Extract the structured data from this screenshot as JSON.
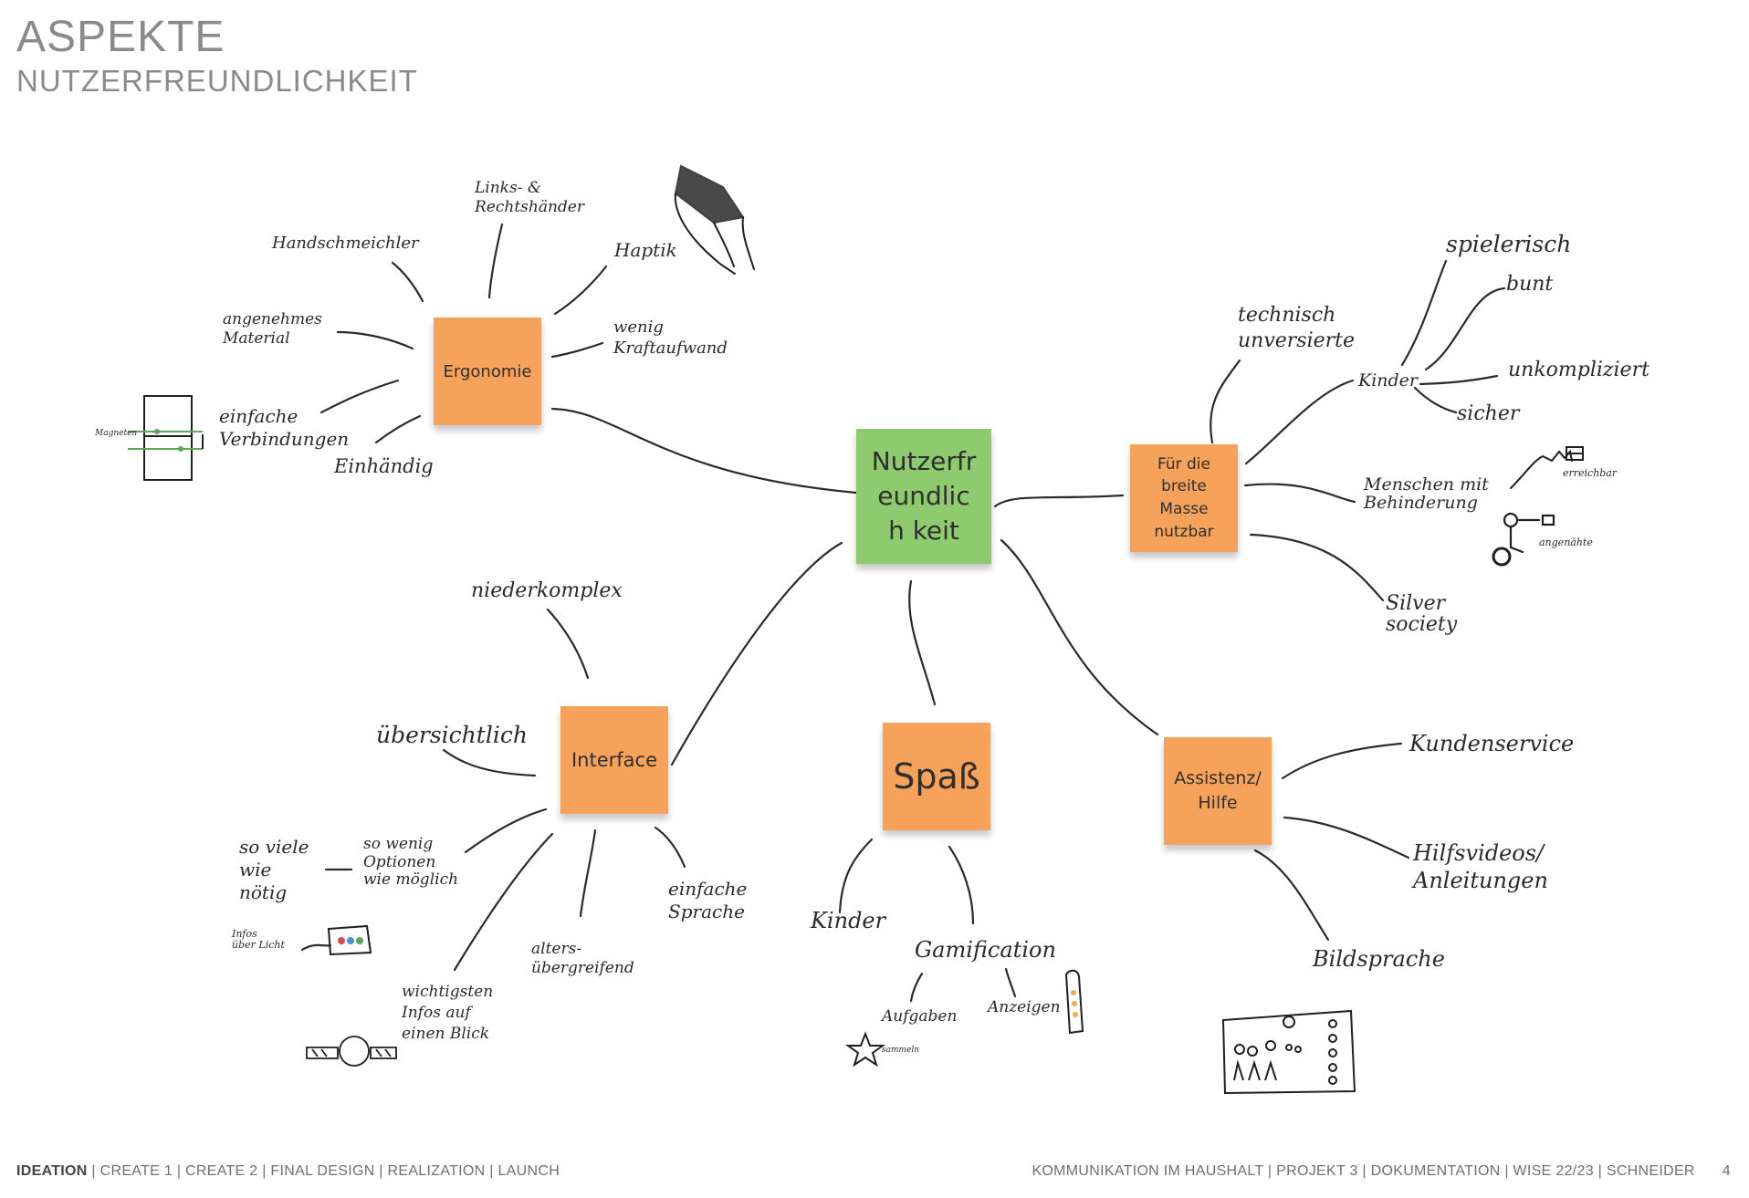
{
  "header": {
    "title": "ASPEKTE",
    "subtitle": "NUTZERFREUNDLICHKEIT"
  },
  "central": "Nutzerfr eundlich keit",
  "nodes": {
    "ergonomie": "Ergonomie",
    "breite_masse": "Für die breite Masse nutzbar",
    "interface": "Interface",
    "spass": "Spaß",
    "assistenz": "Assistenz/ Hilfe"
  },
  "notes": {
    "links_rechts": "Links- &\nRechtshänder",
    "handschmeichler": "Handschmeichler",
    "haptik": "Haptik",
    "angenehmes_material": "angenehmes\nMaterial",
    "wenig_kraftaufwand": "wenig\nKraftaufwand",
    "einfache_verbindungen": "einfache\nVerbindungen",
    "magneten": "Magneten",
    "einhaendig": "Einhändig",
    "technisch_unversierte": "technisch\nunversierte",
    "kinder_breite": "Kinder",
    "spielerisch": "spielerisch",
    "bunt": "bunt",
    "unkompliziert": "unkompliziert",
    "sicher": "sicher",
    "menschen_mit_behinderung": "Menschen mit\nBehinderung",
    "erreichbar": "erreichbar",
    "angenaeht": "angenähte",
    "silver_society": "Silver\nsociety",
    "niederkomplex": "niederkomplex",
    "uebersichtlich": "übersichtlich",
    "so_viele": "so viele\nwie\nnötig",
    "so_wenig": "so wenig\nOptionen\nwie möglich",
    "infos_licht": "Infos\nüber Licht",
    "wichtigsten_infos": "wichtigsten\nInfos auf\neinen Blick",
    "alters_uebergreifend": "alters-\nübergreifend",
    "einfache_sprache": "einfache\nSprache",
    "kinder_spass": "Kinder",
    "gamification": "Gamification",
    "aufgaben": "Aufgaben",
    "sammeln": "sammeln",
    "anzeigen": "Anzeigen",
    "kundenservice": "Kundenservice",
    "hilfsvideos": "Hilfsvideos/\nAnleitungen",
    "bildsprache": "Bildsprache"
  },
  "footer": {
    "phase_active": "IDEATION",
    "phases_rest": " | CREATE 1 | CREATE 2 | FINAL DESIGN | REALIZATION | LAUNCH",
    "project": "KOMMUNIKATION IM HAUSHALT | PROJEKT 3 | DOKUMENTATION | WISE 22/23 | SCHNEIDER",
    "page": "4"
  },
  "colors": {
    "sticky_orange": "#f7a25a",
    "sticky_green": "#8ecb6e",
    "ink": "#2a2a2a",
    "header_gray": "#8a8a8a"
  }
}
